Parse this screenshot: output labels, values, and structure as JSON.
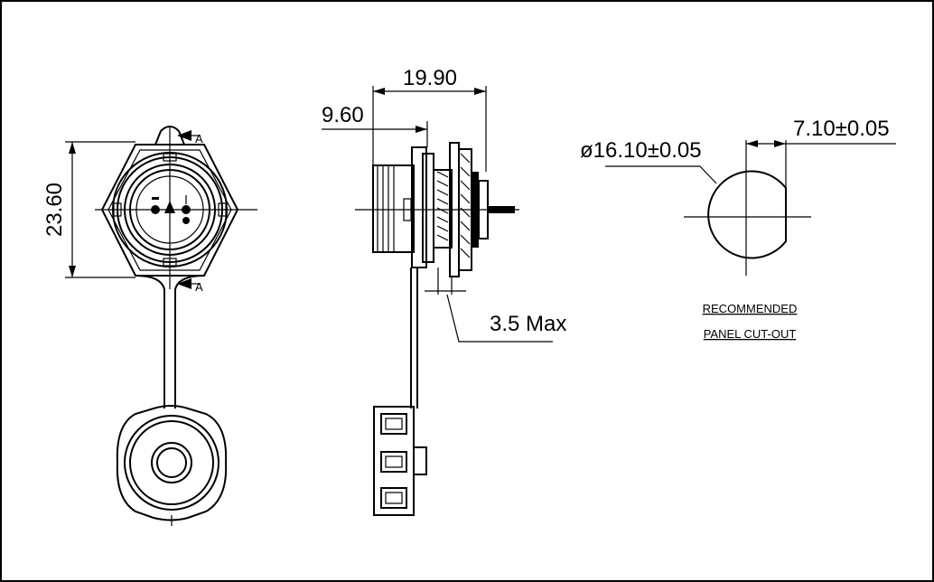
{
  "front_view": {
    "height_dim": "23.60",
    "section_label_top": "A",
    "section_label_bottom": "A"
  },
  "side_view": {
    "overall_length_dim": "19.90",
    "thread_length_dim": "9.60",
    "panel_thickness_dim": "3.5 Max"
  },
  "panel_cutout": {
    "diameter_dim": "ø16.10±0.05",
    "flat_dim": "7.10±0.05",
    "caption_line1": "RECOMMENDED",
    "caption_line2": "PANEL CUT-OUT"
  }
}
